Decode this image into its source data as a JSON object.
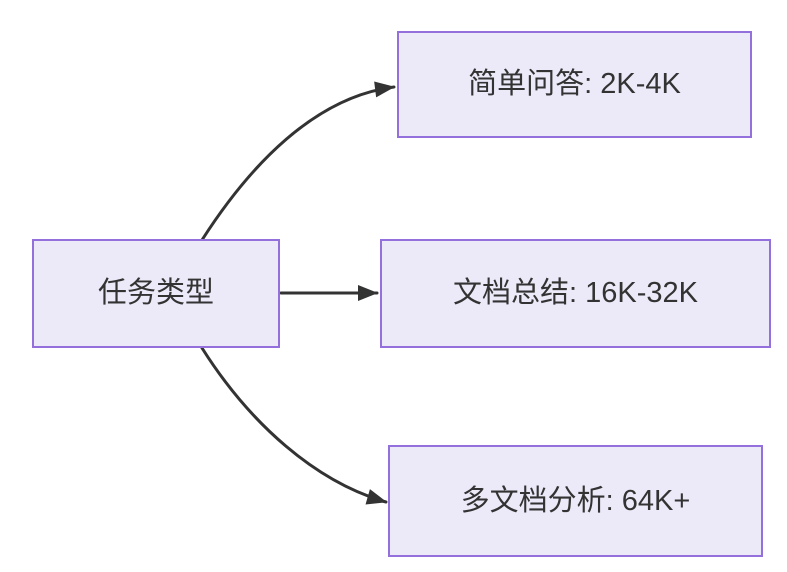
{
  "diagram": {
    "type": "flowchart",
    "direction": "left-to-right",
    "nodes": [
      {
        "id": "root",
        "label": "任务类型"
      },
      {
        "id": "simple-qa",
        "label": "简单问答: 2K-4K"
      },
      {
        "id": "doc-summary",
        "label": "文档总结: 16K-32K"
      },
      {
        "id": "multi-doc",
        "label": "多文档分析: 64K+"
      }
    ],
    "edges": [
      {
        "from": "root",
        "to": "simple-qa"
      },
      {
        "from": "root",
        "to": "doc-summary"
      },
      {
        "from": "root",
        "to": "multi-doc"
      }
    ],
    "colors": {
      "node_fill": "#ECEAF8",
      "node_border": "#9370DB",
      "edge": "#333333",
      "text": "#333333",
      "background": "#FFFFFF"
    }
  }
}
